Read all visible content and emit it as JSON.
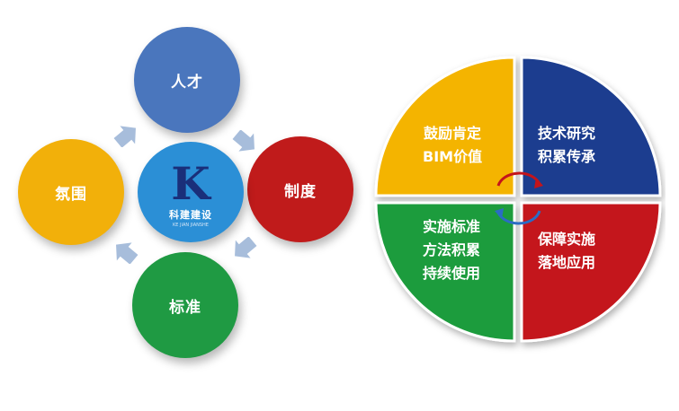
{
  "cycle": {
    "top": {
      "label": "人才",
      "color": "#4a76bd"
    },
    "right": {
      "label": "制度",
      "color": "#c01b1b"
    },
    "bottom": {
      "label": "标准",
      "color": "#1f9a43"
    },
    "left": {
      "label": "氛围",
      "color": "#f2b00a"
    },
    "center": {
      "logo_letter": "K",
      "name": "科建建设",
      "subtitle": "KE JIAN JIANSHE",
      "color": "#2b8fd6"
    }
  },
  "arrow_color": "#a7bddb",
  "quadrants": {
    "top_left": {
      "lines": [
        "鼓励肯定",
        "BIM价值"
      ],
      "color": "#f4b400"
    },
    "top_right": {
      "lines": [
        "技术研究",
        "积累传承"
      ],
      "color": "#1a3e8f"
    },
    "bottom_left": {
      "lines": [
        "实施标准",
        "方法积累",
        "持续使用"
      ],
      "color": "#1e9c3e"
    },
    "bottom_right": {
      "lines": [
        "保障实施",
        "落地应用"
      ],
      "color": "#c4141b"
    }
  }
}
